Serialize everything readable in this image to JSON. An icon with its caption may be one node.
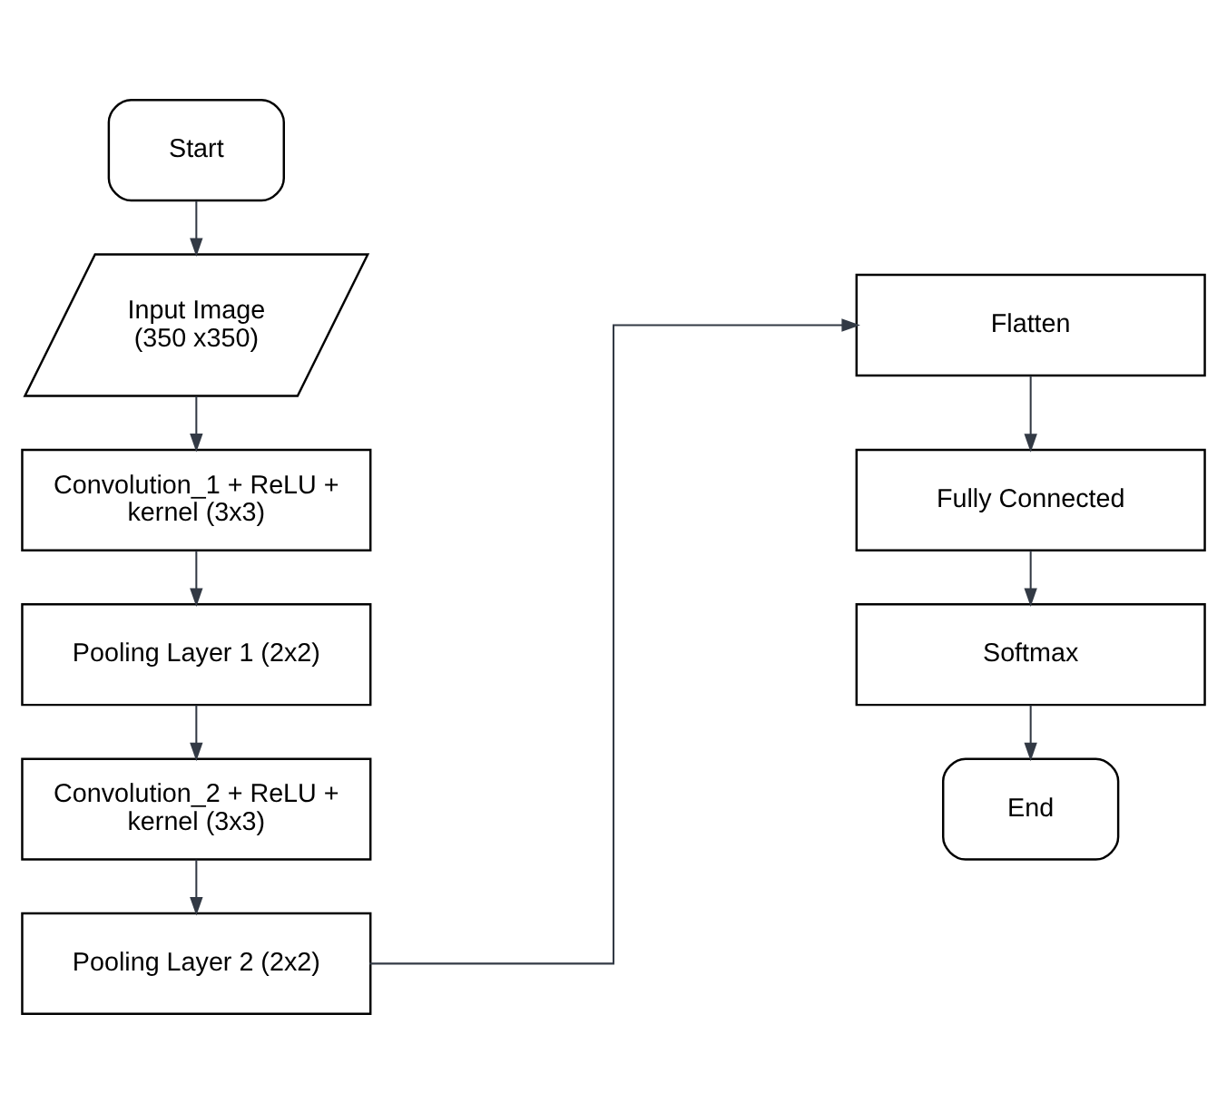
{
  "diagram": {
    "nodes": [
      {
        "text": [
          "Start"
        ]
      },
      {
        "text": [
          "Input Image (350 x350)"
        ]
      },
      {
        "text": [
          "Convolution_1 + ReLU + kernel (3x3)"
        ]
      },
      {
        "text": [
          "Pooling Layer 1 (2x2)"
        ]
      },
      {
        "text": [
          "Convolution_2 + ReLU + kernel (3x3)"
        ]
      },
      {
        "text": [
          "Pooling Layer 2 (2x2)"
        ]
      },
      {
        "text": [
          "Flatten"
        ]
      },
      {
        "text": [
          "Fully Connected"
        ]
      },
      {
        "text": [
          "Softmax"
        ]
      },
      {
        "text": [
          "End"
        ]
      }
    ],
    "edges": [
      {
        "from": 0,
        "to": 1,
        "arrow": "to"
      },
      {
        "from": 1,
        "to": 2,
        "arrow": "to"
      },
      {
        "from": 2,
        "to": 3,
        "arrow": "to"
      },
      {
        "from": 3,
        "to": 4,
        "arrow": "to"
      },
      {
        "from": 4,
        "to": 5,
        "arrow": "to"
      },
      {
        "from": 5,
        "to": 6,
        "arrow": "to"
      },
      {
        "from": 6,
        "to": 7,
        "arrow": "to"
      },
      {
        "from": 7,
        "to": 8,
        "arrow": "to"
      },
      {
        "from": 8,
        "to": 9,
        "arrow": "to"
      }
    ]
  }
}
